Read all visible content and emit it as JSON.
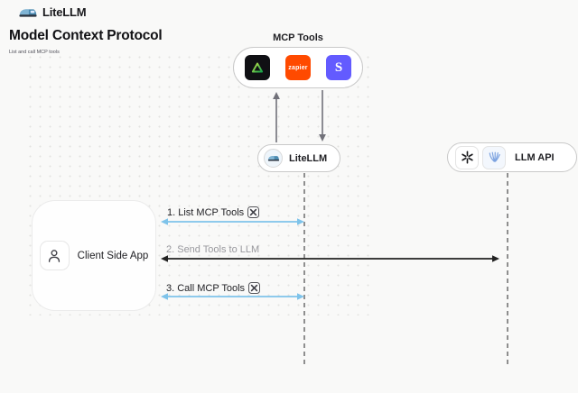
{
  "header": {
    "brand": "LiteLLM",
    "title": "Model Context Protocol",
    "subtitle": "List and call MCP tools"
  },
  "mcp_tools": {
    "label": "MCP Tools",
    "zapier_label": "zapier",
    "stripe_letter": "S"
  },
  "nodes": {
    "litellm_label": "LiteLLM",
    "llm_api_label": "LLM API",
    "client_label": "Client Side App"
  },
  "arrows": [
    {
      "label": "1. List MCP Tools",
      "style": "blue",
      "tool_icon": true
    },
    {
      "label": "2. Send Tools to LLM",
      "style": "black",
      "tool_icon": false
    },
    {
      "label": "3. Call MCP Tools",
      "style": "blue",
      "tool_icon": true
    }
  ],
  "colors": {
    "background": "#f9f9f8",
    "blue_arrow": "#7ec3ea",
    "black_arrow": "#222222",
    "gray_arrow": "#71717a",
    "lifeline": "#8f8f8f",
    "zapier_orange": "#ff4a00",
    "stripe_purple": "#635bff",
    "triangle_green": "#22c55e"
  }
}
